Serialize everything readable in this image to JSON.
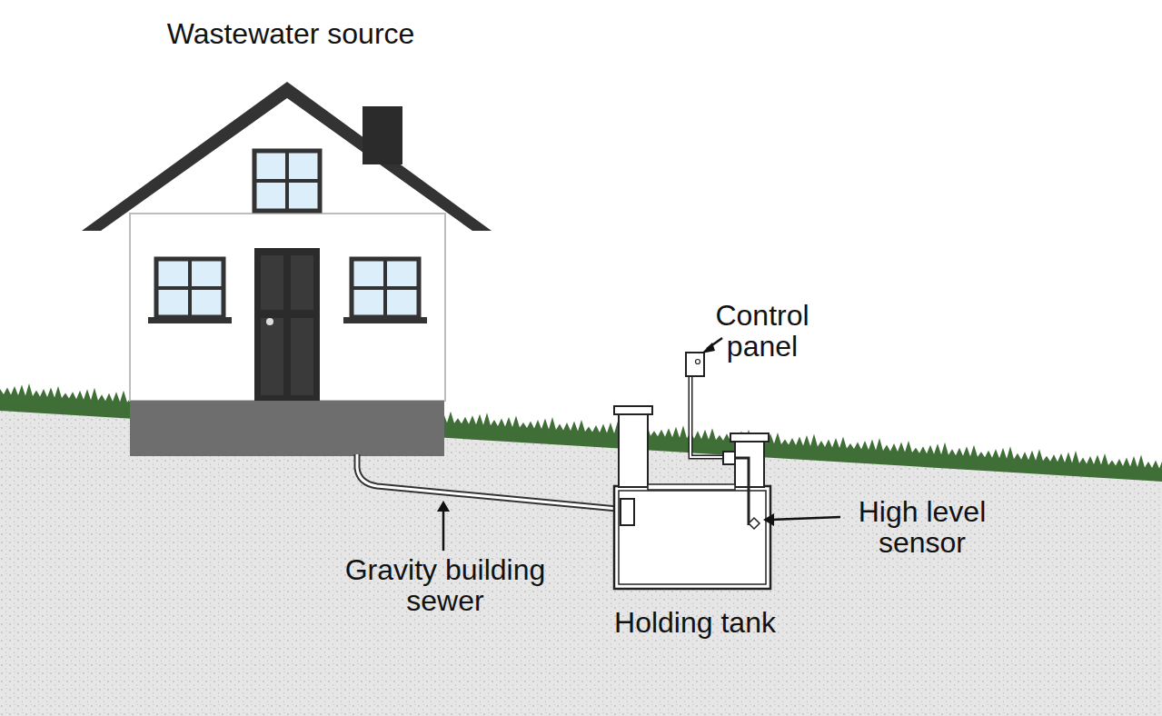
{
  "diagram": {
    "labels": [
      "Wastewater source",
      "Control panel",
      "High level sensor",
      "Gravity building sewer",
      "Holding tank"
    ]
  }
}
